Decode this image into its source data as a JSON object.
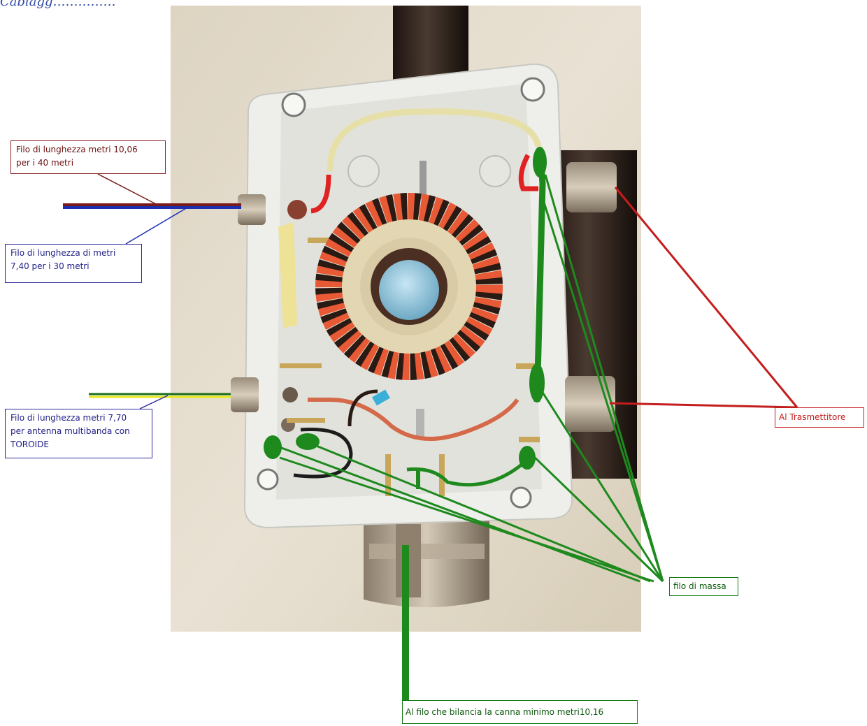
{
  "header_text": "Cablagg……………",
  "labels": {
    "wire_40m": "Filo di lunghezza metri 10,06\nper i 40 metri",
    "wire_30m": "Filo di lunghezza di metri\n7,40 per i 30 metri",
    "wire_multiband": "Filo di lunghezza metri 7,70\nper antenna multibanda con\nTOROIDE",
    "transmitter": "Al Trasmettitore",
    "ground": "filo di massa",
    "counterpoise": "Al filo che bilancia la canna minimo metri10,16"
  },
  "colors": {
    "ground_wire": "#1e8a1e",
    "transmitter_line": "#d31f1f",
    "wire_40m": "#7a1a1a",
    "wire_30m": "#1c2fb0",
    "wire_multiband_a": "#1a6e1a",
    "wire_multiband_b": "#e8e820",
    "toroid_red": "#e85a35",
    "toroid_black": "#2a1a14"
  },
  "icons": [
    "so239-connector-icon",
    "toroid-coil-icon",
    "enclosure-box-icon",
    "mast-tube-icon"
  ]
}
